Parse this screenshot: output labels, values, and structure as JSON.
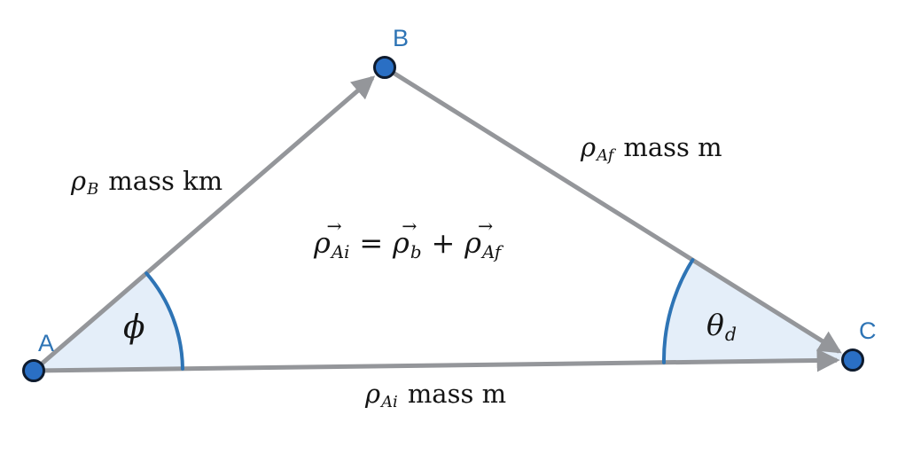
{
  "colors": {
    "background": "#ffffff",
    "line_gray": "#94969a",
    "arrowhead_gray": "#94969a",
    "accent_blue": "#2e74b5",
    "wedge_fill": "#e4eef9",
    "dot_fill": "#2a6fc4",
    "dot_stroke": "#0e1b2e",
    "vertex_label_blue": "#2e74b5",
    "math_text": "#141414"
  },
  "vertices": {
    "a": {
      "label": "A"
    },
    "b": {
      "label": "B"
    },
    "c": {
      "label": "C"
    }
  },
  "edge_labels": {
    "ab": {
      "base": "ρ",
      "sub": "B",
      "rest": "mass km"
    },
    "bc": {
      "base": "ρ",
      "sub": "Af",
      "rest": "mass m"
    },
    "ac": {
      "base": "ρ",
      "sub": "Ai",
      "rest": "mass m"
    }
  },
  "equation": {
    "vec_arrow": "→",
    "lhs": {
      "base": "ρ",
      "sub": "Ai"
    },
    "equals": "=",
    "term1": {
      "base": "ρ",
      "sub": "b"
    },
    "plus": "+",
    "term2": {
      "base": "ρ",
      "sub": "Af"
    }
  },
  "angles": {
    "phi": {
      "symbol": "ϕ"
    },
    "theta": {
      "base": "θ",
      "sub": "d"
    }
  }
}
